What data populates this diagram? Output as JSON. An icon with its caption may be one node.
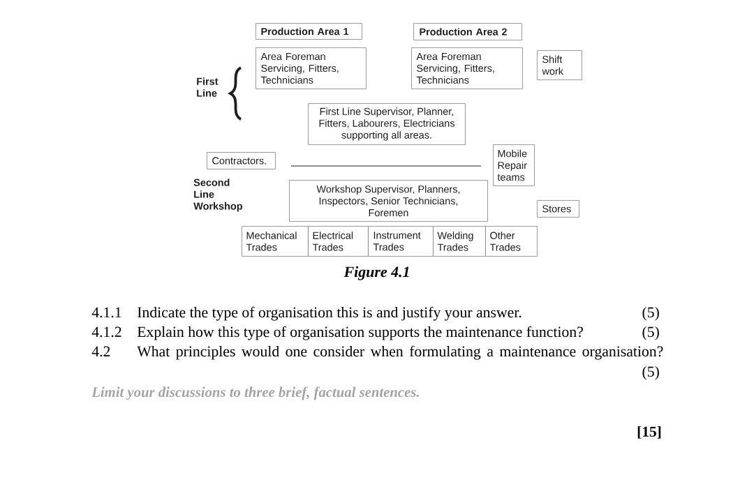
{
  "diagram": {
    "caption": "Figure 4.1",
    "nodes": [
      {
        "text": [
          "Production Area 1"
        ]
      },
      {
        "text": [
          "Production Area 2"
        ]
      },
      {
        "text": [
          "Area Foreman Servicing, Fitters, Technicians"
        ]
      },
      {
        "text": [
          "Area Foreman Servicing, Fitters, Technicians"
        ]
      },
      {
        "text": [
          "Shift work"
        ]
      },
      {
        "text": [
          "First Line Supervisor, Planner, Fitters, Labourers, Electricians supporting all areas."
        ]
      },
      {
        "text": [
          "Contractors."
        ]
      },
      {
        "text": [
          "Mobile Repair teams"
        ]
      },
      {
        "text": [
          "Workshop Supervisor, Planners, Inspectors, Senior Technicians, Foremen"
        ]
      },
      {
        "text": [
          "Stores"
        ]
      },
      {
        "text": [
          "Mechanical Trades"
        ]
      },
      {
        "text": [
          "Electrical Trades"
        ]
      },
      {
        "text": [
          "Instrument Trades"
        ]
      },
      {
        "text": [
          "Welding Trades"
        ]
      },
      {
        "text": [
          "Other Trades"
        ]
      }
    ],
    "labels": [
      "First Line",
      "Second Line Workshop",
      "4.1.1",
      "Indicate the type of organisation this is and justify your answer.",
      "(5)",
      "4.1.2",
      "Explain how this type of organisation supports the maintenance function?",
      "(5)",
      "4.2",
      "What principles would one consider when formulating a maintenance organisation?",
      "(5)",
      "Limit your discussions to three brief, factual sentences.",
      "[15]"
    ]
  }
}
